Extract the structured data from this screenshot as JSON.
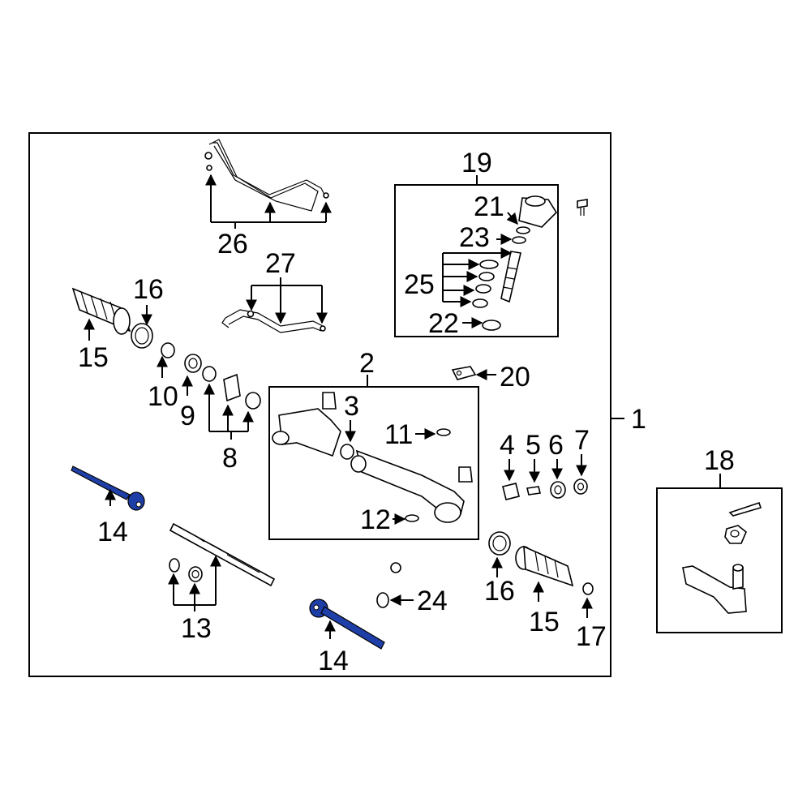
{
  "callouts": {
    "c1": "1",
    "c2": "2",
    "c3": "3",
    "c4": "4",
    "c5": "5",
    "c6": "6",
    "c7": "7",
    "c8": "8",
    "c9": "9",
    "c10": "10",
    "c11": "11",
    "c12": "12",
    "c13": "13",
    "c14a": "14",
    "c14b": "14",
    "c15a": "15",
    "c15b": "15",
    "c16a": "16",
    "c16b": "16",
    "c17": "17",
    "c18": "18",
    "c19": "19",
    "c20": "20",
    "c21": "21",
    "c22": "22",
    "c23": "23",
    "c24": "24",
    "c25": "25",
    "c26": "26",
    "c27": "27"
  },
  "highlight_color": "#1f3fa8"
}
